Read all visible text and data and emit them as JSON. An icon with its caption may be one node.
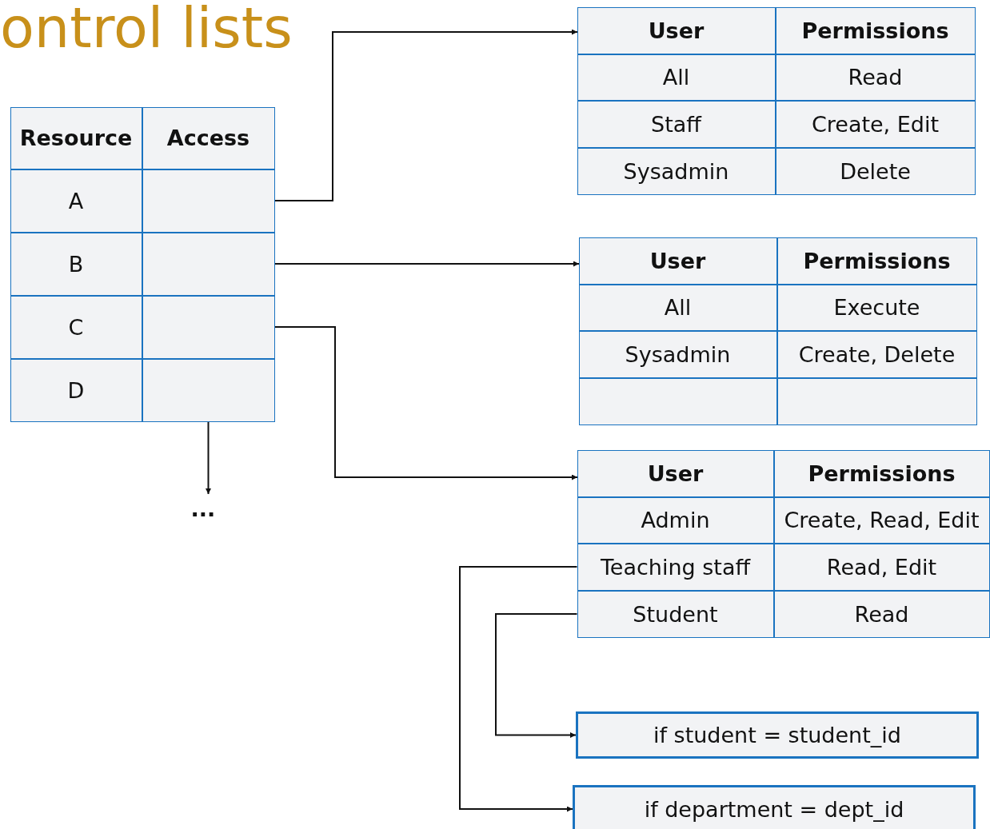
{
  "diagram": {
    "title": "ontrol lists",
    "nodes": [
      {
        "text": [],
        "shape": "box"
      },
      {
        "text": [
          "Resource"
        ],
        "in": 0
      },
      {
        "text": [
          "Access"
        ],
        "in": 0
      },
      {
        "text": [
          "A"
        ],
        "in": 0
      },
      {
        "text": [],
        "shape": "box",
        "in": 0
      },
      {
        "text": [
          "B"
        ],
        "in": 0
      },
      {
        "text": [],
        "shape": "box",
        "in": 0
      },
      {
        "text": [
          "C"
        ],
        "in": 0
      },
      {
        "text": [],
        "shape": "box",
        "in": 0
      },
      {
        "text": [
          "D"
        ],
        "in": 0
      },
      {
        "text": [],
        "shape": "box",
        "in": 0
      },
      {
        "text": [
          "..."
        ]
      },
      {
        "text": [],
        "shape": "box"
      },
      {
        "text": [
          "User"
        ],
        "in": 12
      },
      {
        "text": [
          "Permissions"
        ],
        "in": 12
      },
      {
        "text": [
          "All"
        ],
        "in": 12
      },
      {
        "text": [
          "Read"
        ],
        "in": 12
      },
      {
        "text": [
          "Staff"
        ],
        "in": 12
      },
      {
        "text": [
          "Create, Edit"
        ],
        "in": 12
      },
      {
        "text": [
          "Sysadmin"
        ],
        "in": 12
      },
      {
        "text": [
          "Delete"
        ],
        "in": 12
      },
      {
        "text": [],
        "shape": "box"
      },
      {
        "text": [
          "User"
        ],
        "in": 21
      },
      {
        "text": [
          "Permissions"
        ],
        "in": 21
      },
      {
        "text": [
          "All"
        ],
        "in": 21
      },
      {
        "text": [
          "Execute"
        ],
        "in": 21
      },
      {
        "text": [
          "Sysadmin"
        ],
        "in": 21
      },
      {
        "text": [
          "Create, Delete"
        ],
        "in": 21
      },
      {
        "text": [],
        "shape": "box",
        "in": 21
      },
      {
        "text": [],
        "shape": "box",
        "in": 21
      },
      {
        "text": [],
        "shape": "box"
      },
      {
        "text": [
          "User"
        ],
        "in": 30
      },
      {
        "text": [
          "Permissions"
        ],
        "in": 30
      },
      {
        "text": [
          "Admin"
        ],
        "in": 30
      },
      {
        "text": [
          "Create, Read, Edit"
        ],
        "in": 30
      },
      {
        "text": [
          "Teaching staff"
        ],
        "in": 30
      },
      {
        "text": [
          "Read, Edit"
        ],
        "in": 30
      },
      {
        "text": [
          "Student"
        ],
        "in": 30
      },
      {
        "text": [
          "Read"
        ],
        "in": 30
      },
      {
        "text": [
          "if student = student_id"
        ]
      },
      {
        "text": [
          "if department = dept_id"
        ]
      }
    ],
    "edges": [
      {
        "from": 4,
        "to": 12,
        "arrow": "to"
      },
      {
        "from": 6,
        "to": 21,
        "arrow": "to"
      },
      {
        "from": 8,
        "to": 30,
        "arrow": "to"
      },
      {
        "from": 10,
        "to": 11,
        "arrow": "to"
      },
      {
        "from": 37,
        "to": 39,
        "arrow": "to"
      },
      {
        "from": 35,
        "to": 40,
        "arrow": "to"
      }
    ]
  }
}
